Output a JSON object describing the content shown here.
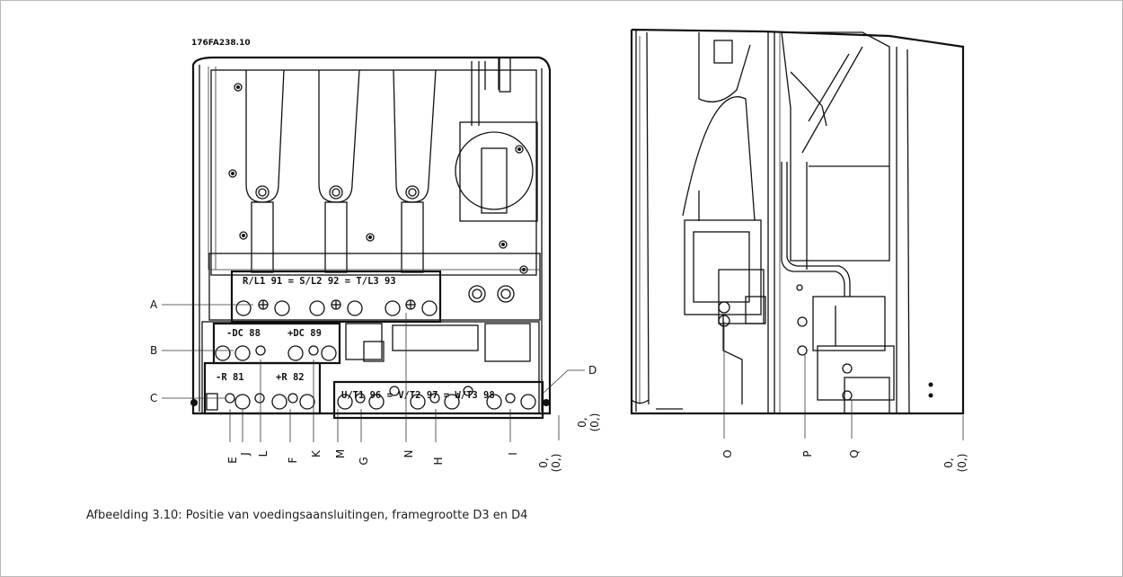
{
  "figure": {
    "code": "176FA238.10",
    "caption": "Afbeelding 3.10: Positie van voedingsaansluitingen, framegrootte D3 en D4"
  },
  "front_view": {
    "terminal_labels": {
      "mains": "R/L1 91 = S/L2 92 = T/L3 93",
      "dc_minus": "-DC 88",
      "dc_plus": "+DC 89",
      "motor": "U/T1 96 = V/T2 97 = W/T3 98",
      "r_minus": "-R 81",
      "r_plus": "+R 82"
    },
    "callouts_left": [
      "A",
      "B",
      "C"
    ],
    "callout_right": "D",
    "callouts_bottom": [
      "E",
      "J",
      "L",
      "F",
      "K",
      "M",
      "G",
      "N",
      "H",
      "I"
    ],
    "ground_marks": [
      {
        "a": "0,",
        "b": "(0,)"
      },
      {
        "a": "0,",
        "b": "(0,)"
      }
    ]
  },
  "side_view": {
    "callouts_bottom": [
      "O",
      "P",
      "Q"
    ],
    "ground_mark": {
      "a": "0,",
      "b": "(0,)"
    }
  }
}
